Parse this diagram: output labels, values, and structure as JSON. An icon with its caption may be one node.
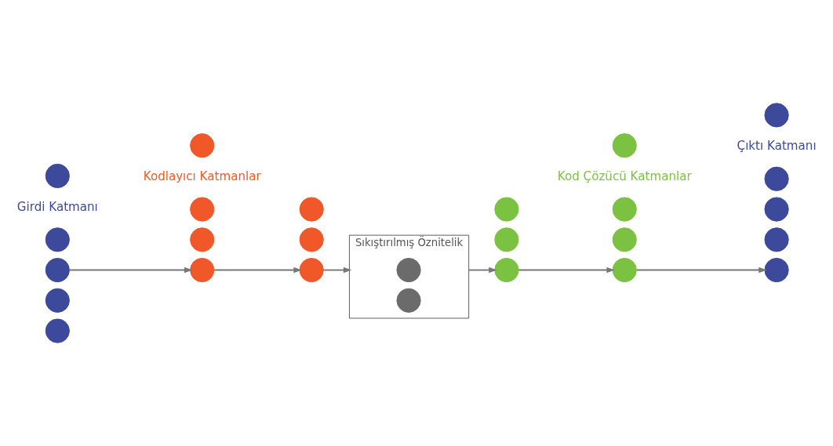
{
  "diagram": {
    "nodes": [
      {
        "text": [],
        "shape": "circle"
      },
      {
        "text": [],
        "shape": "circle"
      },
      {
        "text": [],
        "shape": "circle"
      },
      {
        "text": [],
        "shape": "circle"
      },
      {
        "text": [],
        "shape": "circle"
      },
      {
        "text": [],
        "shape": "circle"
      },
      {
        "text": [],
        "shape": "circle"
      },
      {
        "text": [],
        "shape": "circle"
      },
      {
        "text": [],
        "shape": "circle"
      },
      {
        "text": [],
        "shape": "circle"
      },
      {
        "text": [],
        "shape": "circle"
      },
      {
        "text": [],
        "shape": "circle"
      },
      {
        "text": [
          "Sıkıştırılmış Öznitelik"
        ]
      },
      {
        "text": [],
        "shape": "circle",
        "in": 12
      },
      {
        "text": [],
        "shape": "circle",
        "in": 12
      },
      {
        "text": [],
        "shape": "circle"
      },
      {
        "text": [],
        "shape": "circle"
      },
      {
        "text": [],
        "shape": "circle"
      },
      {
        "text": [],
        "shape": "circle"
      },
      {
        "text": [],
        "shape": "circle"
      },
      {
        "text": [],
        "shape": "circle"
      },
      {
        "text": [],
        "shape": "circle"
      },
      {
        "text": [],
        "shape": "circle"
      },
      {
        "text": [],
        "shape": "circle"
      },
      {
        "text": [],
        "shape": "circle"
      },
      {
        "text": [],
        "shape": "circle"
      },
      {
        "text": [],
        "shape": "circle"
      }
    ],
    "edges": [
      {
        "from": 2,
        "to": 7,
        "arrow": "to"
      },
      {
        "from": 7,
        "to": 10,
        "arrow": "to"
      },
      {
        "from": 10,
        "to": 12,
        "arrow": "to"
      },
      {
        "from": 12,
        "to": 16,
        "arrow": "to"
      },
      {
        "from": 16,
        "to": 20,
        "arrow": "to"
      },
      {
        "from": 20,
        "to": 24,
        "arrow": "to"
      }
    ],
    "labels": [
      "Girdi Katmanı",
      "Kodlayıcı Katmanlar",
      "Kod Çözücü Katmanlar",
      "Çıktı Katmanı"
    ]
  }
}
